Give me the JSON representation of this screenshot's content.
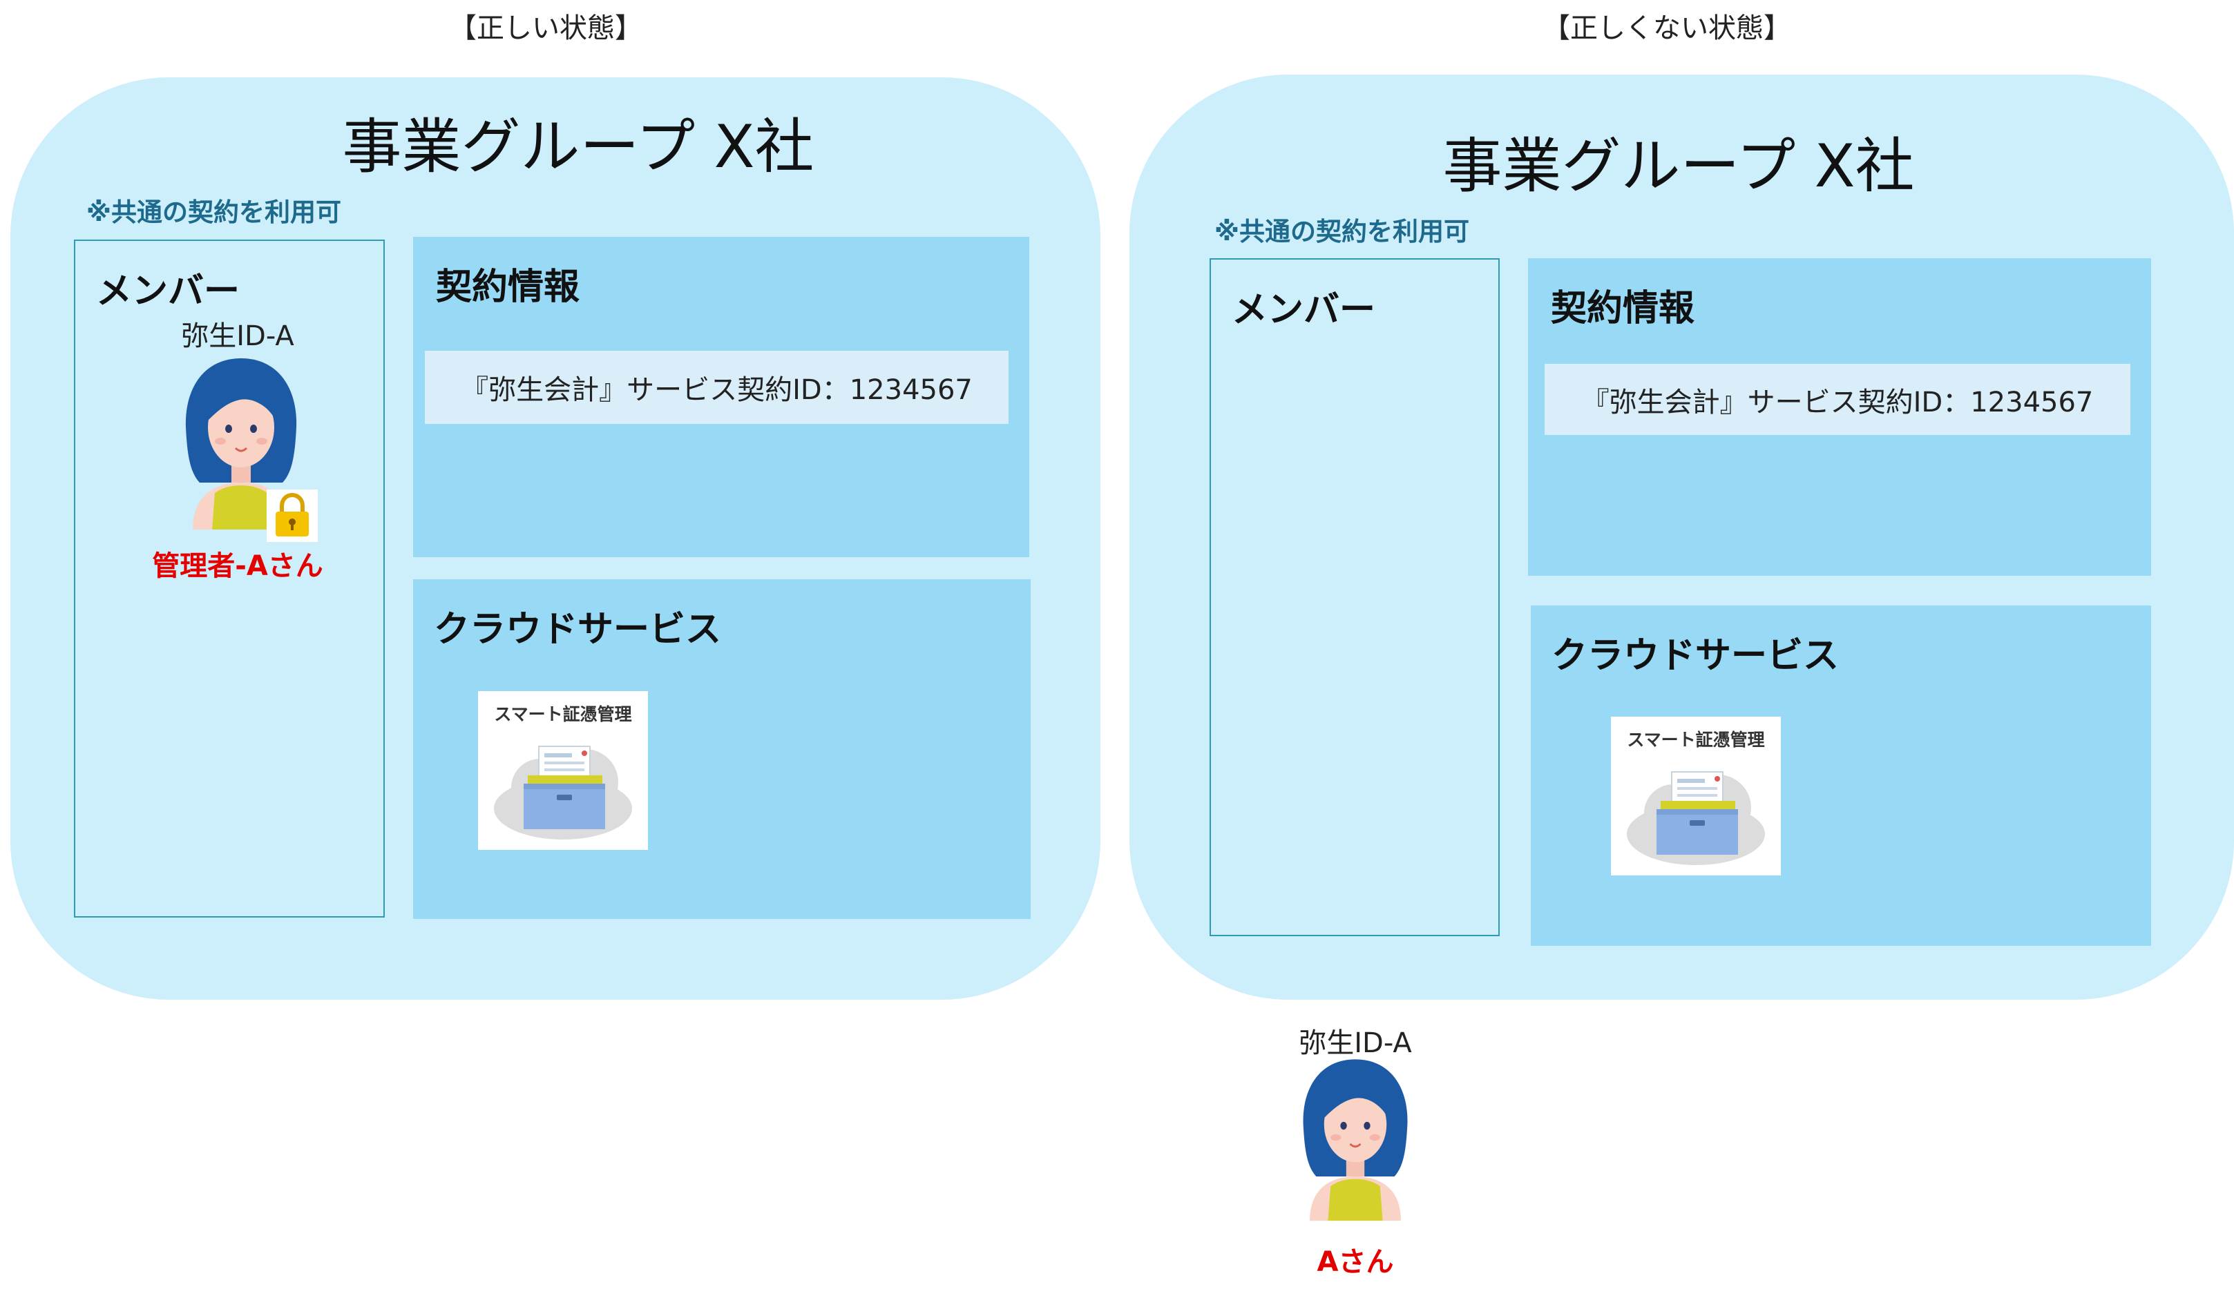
{
  "colors": {
    "group_bg": "#cdeefb",
    "panel_bg": "#98daf6",
    "member_border": "#2c9bb3",
    "note_text": "#1e6a8c",
    "name_red": "#e50000",
    "hair": "#1d5aa6",
    "shirt": "#d4d12a",
    "skin": "#f9d3c6",
    "lock": "#f5c200"
  },
  "left": {
    "heading": "【正しい状態】",
    "group_title": "事業グループ X社",
    "note": "※共通の契約を利用可",
    "members_title": "メンバー",
    "member_id": "弥生ID-A",
    "member_name": "管理者-Aさん",
    "member_icon": "lock-icon",
    "contract_title": "契約情報",
    "contract_text": "『弥生会計』サービス契約ID：1234567",
    "cloud_title": "クラウドサービス",
    "service_card": "スマート証憑管理",
    "service_icon": "cloud-cabinet-icon"
  },
  "right": {
    "heading": "【正しくない状態】",
    "group_title": "事業グループ X社",
    "note": "※共通の契約を利用可",
    "members_title": "メンバー",
    "contract_title": "契約情報",
    "contract_text": "『弥生会計』サービス契約ID：1234567",
    "cloud_title": "クラウドサービス",
    "service_card": "スマート証憑管理",
    "service_icon": "cloud-cabinet-icon"
  },
  "outside_member": {
    "id": "弥生ID-A",
    "name": "Aさん"
  }
}
